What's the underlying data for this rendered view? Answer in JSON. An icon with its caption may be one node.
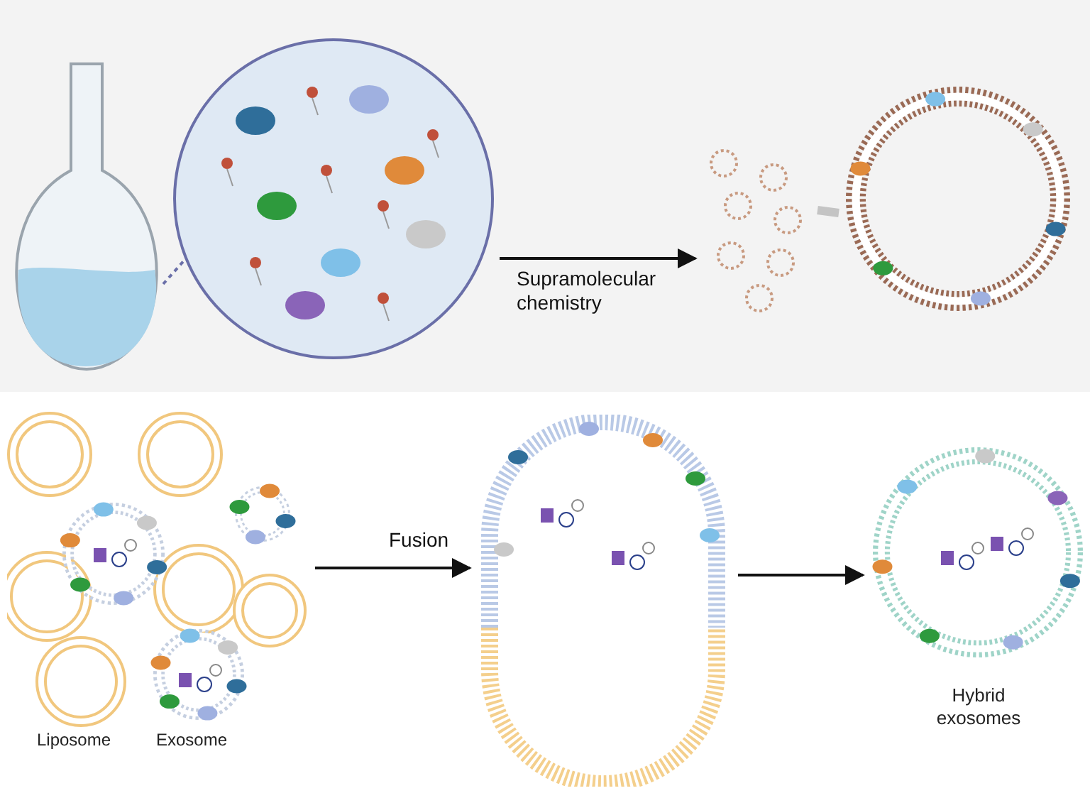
{
  "diagram": {
    "nodes": [
      {
        "text": [],
        "shape": "picture"
      },
      {
        "text": [],
        "shape": "picture"
      },
      {
        "text": [],
        "shape": "picture"
      },
      {
        "text": [],
        "shape": "picture"
      },
      {
        "text": [],
        "shape": "picture"
      },
      {
        "text": [],
        "shape": "picture"
      },
      {
        "text": [],
        "shape": "picture",
        "beside": [
          "Hybrid exosomes"
        ]
      }
    ],
    "edges": [
      {
        "from": 0,
        "to": 1,
        "arrow": "none",
        "style": "dashed",
        "color": "#6a6fa8"
      },
      {
        "from": 1,
        "to": 2,
        "arrow": "to",
        "label": "Supramolecular chemistry"
      },
      {
        "from": 2,
        "to": 3,
        "arrow": "none",
        "style": "thick",
        "color": "#c4c4c4"
      },
      {
        "from": 4,
        "to": 5,
        "arrow": "to",
        "label": "Fusion"
      },
      {
        "from": 5,
        "to": 6,
        "arrow": "to"
      }
    ],
    "labels": [
      "Liposome",
      "Exosome"
    ]
  }
}
